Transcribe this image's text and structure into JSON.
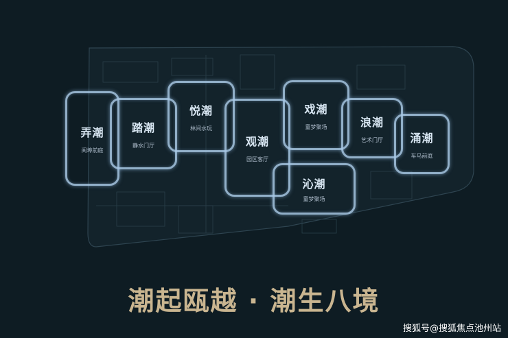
{
  "zones": [
    {
      "name": "弄潮",
      "sub": "阅埠前庭"
    },
    {
      "name": "踏潮",
      "sub": "静水门厅"
    },
    {
      "name": "悦潮",
      "sub": "林间水玩"
    },
    {
      "name": "观潮",
      "sub": "园区客厅"
    },
    {
      "name": "戏潮",
      "sub": "童梦聚场"
    },
    {
      "name": "浪潮",
      "sub": "艺术门厅"
    },
    {
      "name": "涌潮",
      "sub": "车马前庭"
    },
    {
      "name": "沁潮",
      "sub": "童梦聚场"
    }
  ],
  "title": "潮起瓯越 · 潮生八境",
  "watermark": "搜狐号@搜狐焦点池州站"
}
